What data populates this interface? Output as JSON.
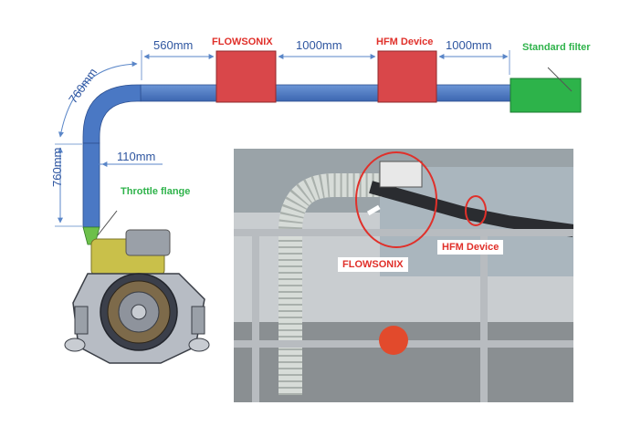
{
  "dimensions": {
    "bend_radius": "760mm",
    "vertical_length": "760mm",
    "pipe_diameter": "110mm",
    "before_flowsonix": "560mm",
    "between_devices": "1000mm",
    "after_hfm": "1000mm"
  },
  "components": {
    "flowsonix": "FLOWSONIX",
    "hfm": "HFM Device",
    "filter": "Standard filter",
    "throttle": "Throttle flange"
  },
  "photo": {
    "flowsonix_label": "FLOWSONIX",
    "hfm_label": "HFM Device"
  },
  "colors": {
    "pipe": "#4a78c4",
    "device": "#d9474a",
    "filter": "#2db34a",
    "dimension": "#2f56a0",
    "callout": "#e0302a"
  }
}
